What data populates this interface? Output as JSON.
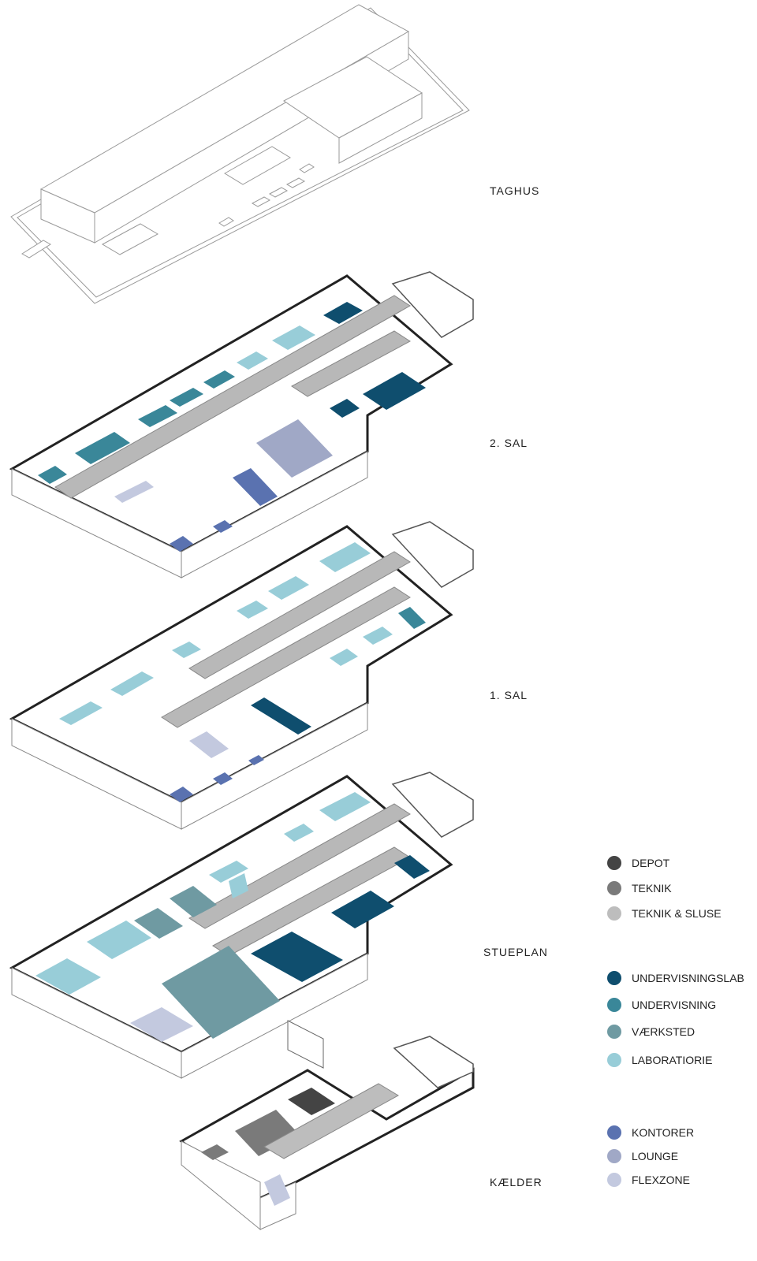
{
  "floors": [
    {
      "key": "taghus",
      "label": "TAGHUS"
    },
    {
      "key": "sal2",
      "label": "2. SAL"
    },
    {
      "key": "sal1",
      "label": "1. SAL"
    },
    {
      "key": "stueplan",
      "label": "STUEPLAN"
    },
    {
      "key": "kaelder",
      "label": "KÆLDER"
    }
  ],
  "legend": {
    "groups": [
      {
        "items": [
          {
            "label": "DEPOT",
            "color": "#444444"
          },
          {
            "label": "TEKNIK",
            "color": "#7a7a7a"
          },
          {
            "label": "TEKNIK & SLUSE",
            "color": "#bdbdbd"
          }
        ]
      },
      {
        "items": [
          {
            "label": "UNDERVISNINGSLAB",
            "color": "#0f4e6e"
          },
          {
            "label": "UNDERVISNING",
            "color": "#3a8799"
          },
          {
            "label": "VÆRKSTED",
            "color": "#6f9aa2"
          },
          {
            "label": "LABORATIORIE",
            "color": "#98cdd8"
          }
        ]
      },
      {
        "items": [
          {
            "label": "KONTORER",
            "color": "#5a72b0"
          },
          {
            "label": "LOUNGE",
            "color": "#a0a8c6"
          },
          {
            "label": "FLEXZONE",
            "color": "#c3c9df"
          }
        ]
      }
    ]
  }
}
